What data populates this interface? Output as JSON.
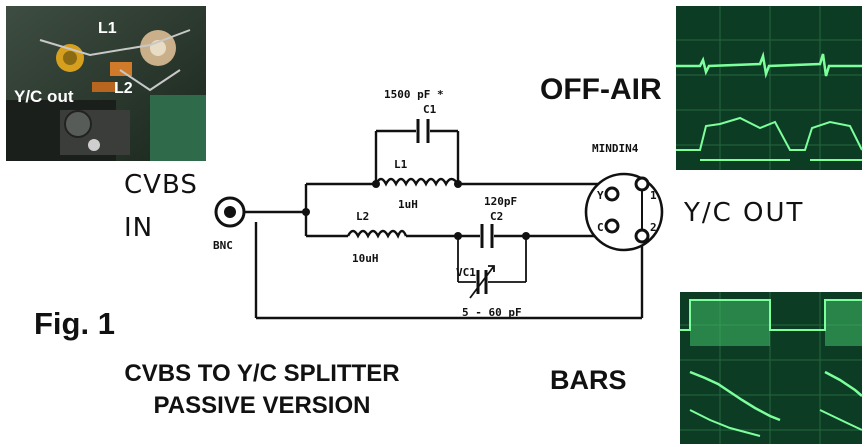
{
  "photo": {
    "label_l1": "L1",
    "label_l2": "L2",
    "label_yc": "Y/C out"
  },
  "input": {
    "line1": "CVBS",
    "line2": "IN",
    "connector": "BNC"
  },
  "components": {
    "c1_value": "1500 pF *",
    "c1_name": "C1",
    "l1_name": "L1",
    "l1_value": "1uH",
    "l2_name": "L2",
    "l2_value": "10uH",
    "c2_value": "120pF",
    "c2_name": "C2",
    "vc1_name": "VC1",
    "vc1_range": "5 - 60 pF"
  },
  "connector": {
    "name": "MINDIN4",
    "pin_y": "Y",
    "pin_c": "C",
    "pin_1": "1",
    "pin_2": "2"
  },
  "output": {
    "label": "Y/C OUT"
  },
  "scopes": {
    "top_label": "OFF-AIR",
    "bottom_label": "BARS"
  },
  "figure": {
    "number": "Fig. 1",
    "title_line1": "CVBS TO Y/C SPLITTER",
    "title_line2": "PASSIVE VERSION"
  },
  "colors": {
    "scope_bg": "#0c3d24",
    "trace": "#7dff9c",
    "ink": "#111111"
  }
}
